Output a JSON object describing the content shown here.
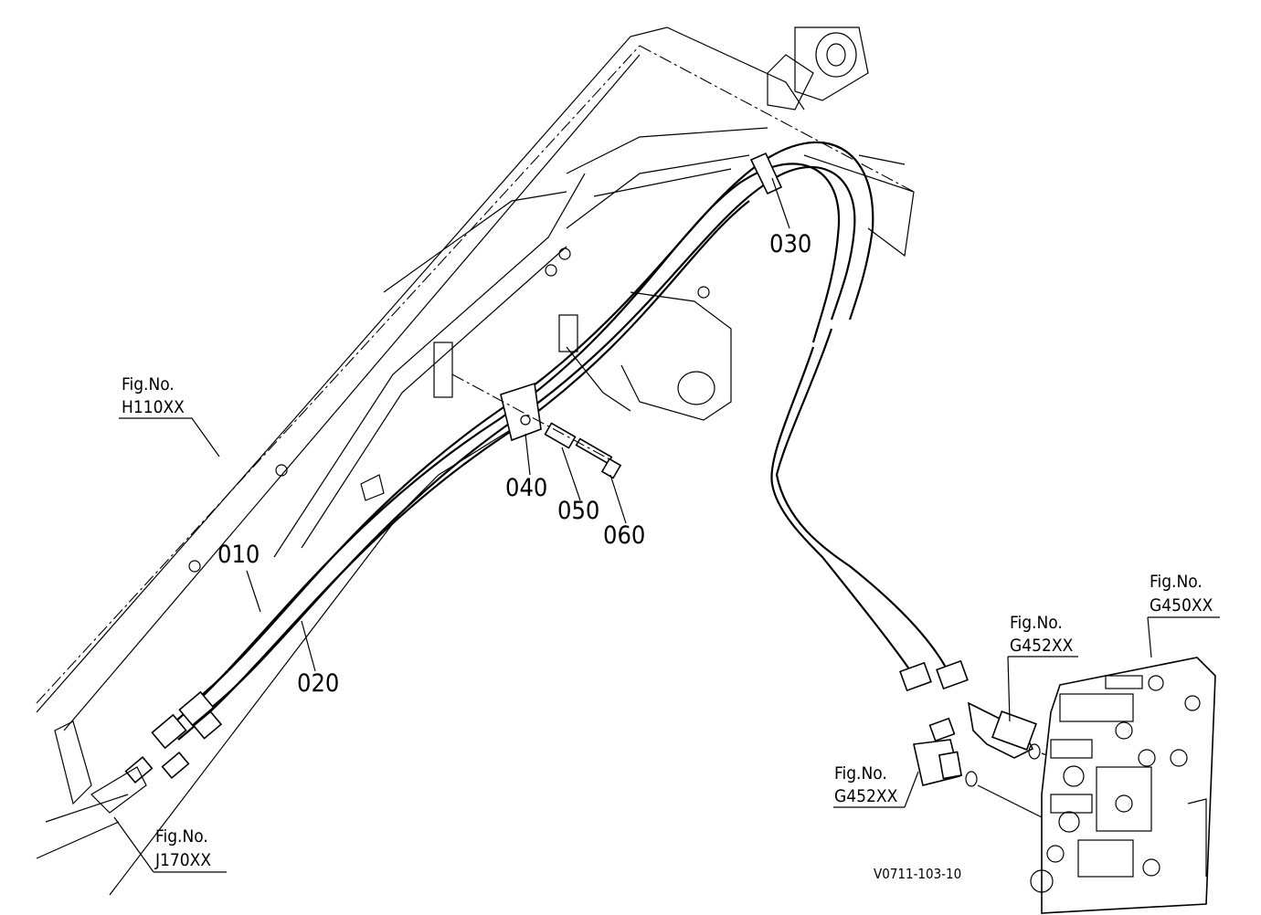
{
  "figure_refs": [
    {
      "label": "Fig.No.",
      "code": "H110XX"
    },
    {
      "label": "Fig.No.",
      "code": "G450XX"
    },
    {
      "label": "Fig.No.",
      "code": "G452XX"
    },
    {
      "label": "Fig.No.",
      "code": "G452XX"
    },
    {
      "label": "Fig.No.",
      "code": "J170XX"
    }
  ],
  "parts": [
    "010",
    "020",
    "030",
    "040",
    "050",
    "060"
  ],
  "drawing_code": "V0711-103-10"
}
